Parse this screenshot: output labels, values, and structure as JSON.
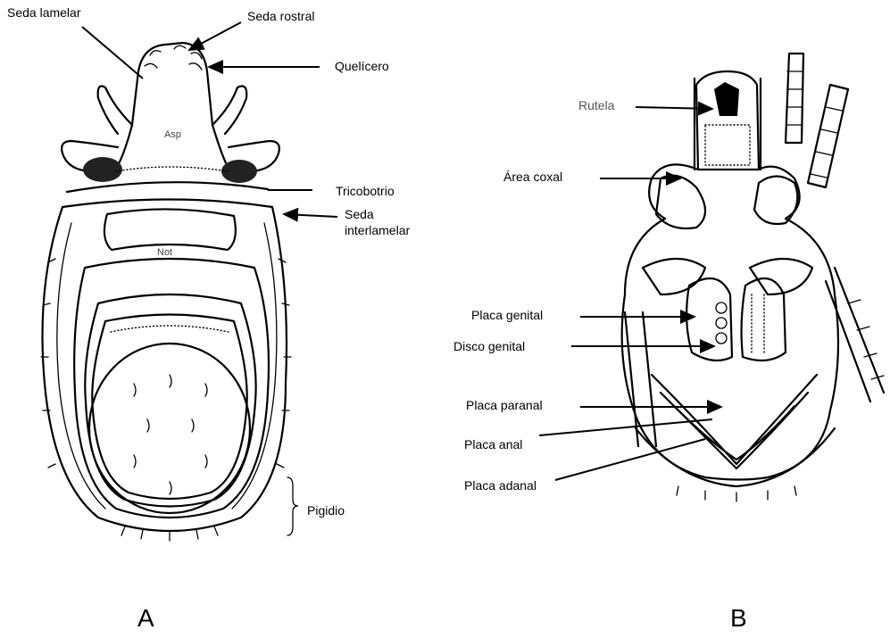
{
  "panelA": {
    "letter": "A",
    "labels": {
      "seda_lamelar": "Seda lamelar",
      "seda_rostral": "Seda rostral",
      "quelicero": "Quelícero",
      "tricobotrio": "Tricobotrio",
      "seda_interlamelar_1": "Seda",
      "seda_interlamelar_2": "interlamelar",
      "pigidio": "Pigidio"
    },
    "inner": {
      "asp": "Asp",
      "not": "Not"
    }
  },
  "panelB": {
    "letter": "B",
    "labels": {
      "rutela": "Rutela",
      "area_coxal": "Área coxal",
      "placa_genital": "Placa genital",
      "disco_genital": "Disco genital",
      "placa_paranal": "Placa paranal",
      "placa_anal": "Placa anal",
      "placa_adanal": "Placa adanal"
    }
  }
}
